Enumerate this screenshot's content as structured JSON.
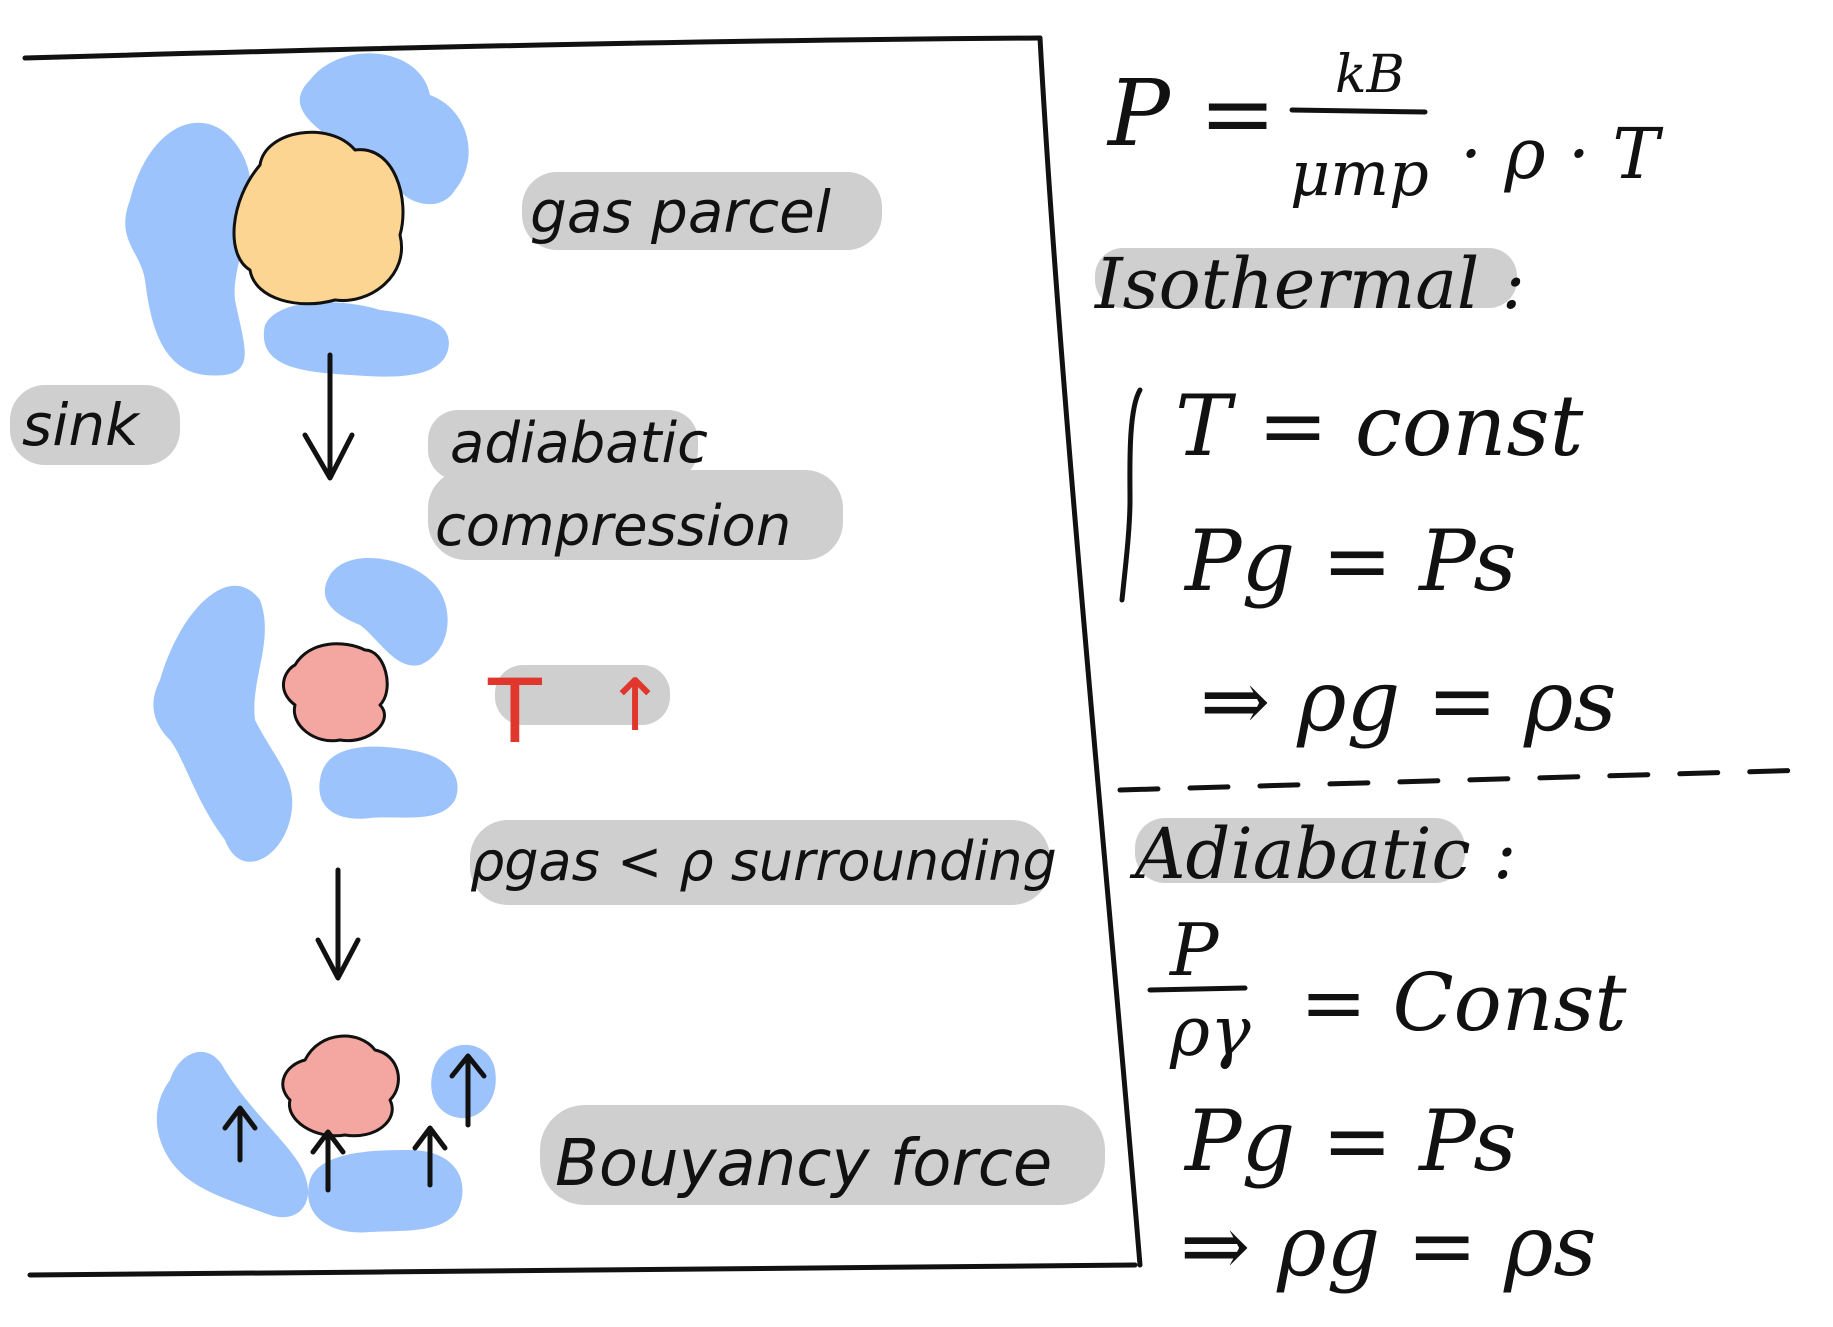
{
  "colors": {
    "cloud_blue": "#9cc3fb",
    "parcel_orange": "#fbd591",
    "parcel_red": "#f4a6a0",
    "highlight_gray": "#cfcfcf",
    "temperature_red": "#e0362c",
    "ink": "#111111"
  },
  "left": {
    "label_gas_parcel": "gas parcel",
    "label_sink": "sink",
    "label_adiabatic_line1": "adiabatic",
    "label_adiabatic_line2": "compression",
    "label_temperature": "T",
    "label_temperature_arrow": "↑",
    "label_density_gas": "ρgas < ρ surrounding",
    "label_buoyancy": "Bouyancy force"
  },
  "right": {
    "eq_pressure_lhs": "P =",
    "eq_pressure_num": "kB",
    "eq_pressure_den": "μmp",
    "eq_pressure_rhs": "· ρ · T",
    "isothermal_title": "Isothermal :",
    "iso_line1": "T  = const",
    "iso_line2": "Pg = Ps",
    "iso_line3": "⇒ ρg = ρs",
    "adiabatic_title": "Adiabatic :",
    "adi_fraction_num": "P",
    "adi_fraction_den": "ργ",
    "adi_line1_rhs": "= Const",
    "adi_line2": "Pg = Ps",
    "adi_line3": "⇒ ρg = ρs"
  }
}
